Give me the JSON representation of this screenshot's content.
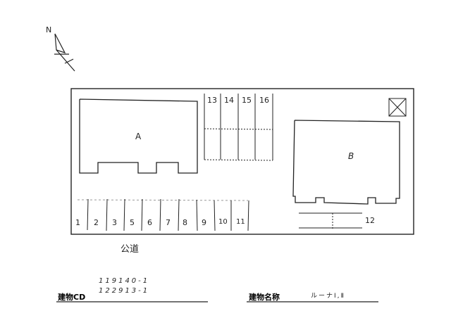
{
  "north_arrow": {
    "label": "N"
  },
  "site": {
    "buildings": [
      {
        "id": "A",
        "label": "A"
      },
      {
        "id": "B",
        "label": "B"
      }
    ],
    "parking_top": [
      "13",
      "14",
      "15",
      "16"
    ],
    "parking_bottom": [
      "1",
      "2",
      "3",
      "5",
      "6",
      "7",
      "8",
      "9",
      "10",
      "11"
    ],
    "parking_side": "12",
    "road_label": "公道"
  },
  "footer": {
    "building_cd_label": "建物CD",
    "building_cd_values": [
      "119140-1",
      "122913-1"
    ],
    "building_name_label": "建物名称",
    "building_name_value": "ルーナⅠ,Ⅱ"
  }
}
